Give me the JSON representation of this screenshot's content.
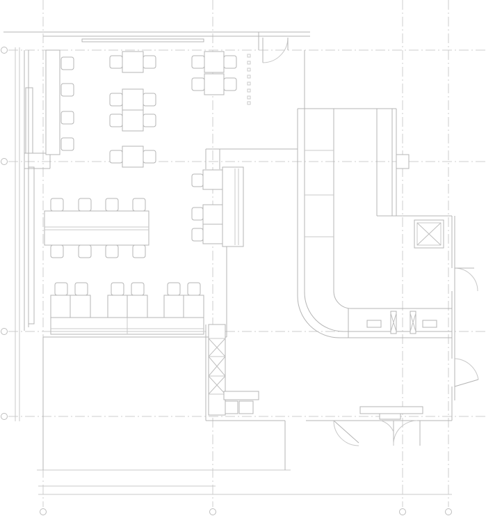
{
  "drawing": {
    "type": "architectural floor plan",
    "line_color": "#b4b4b4",
    "axis_color": "#cdcdcd",
    "background": "#ffffff"
  },
  "grid_axes": {
    "vertical_count": 4,
    "horizontal_count": 4,
    "labels_visible": false
  },
  "furniture_counts": {
    "two_seat_tables": 8,
    "long_table_seats": 8,
    "booth_seats": 8
  }
}
